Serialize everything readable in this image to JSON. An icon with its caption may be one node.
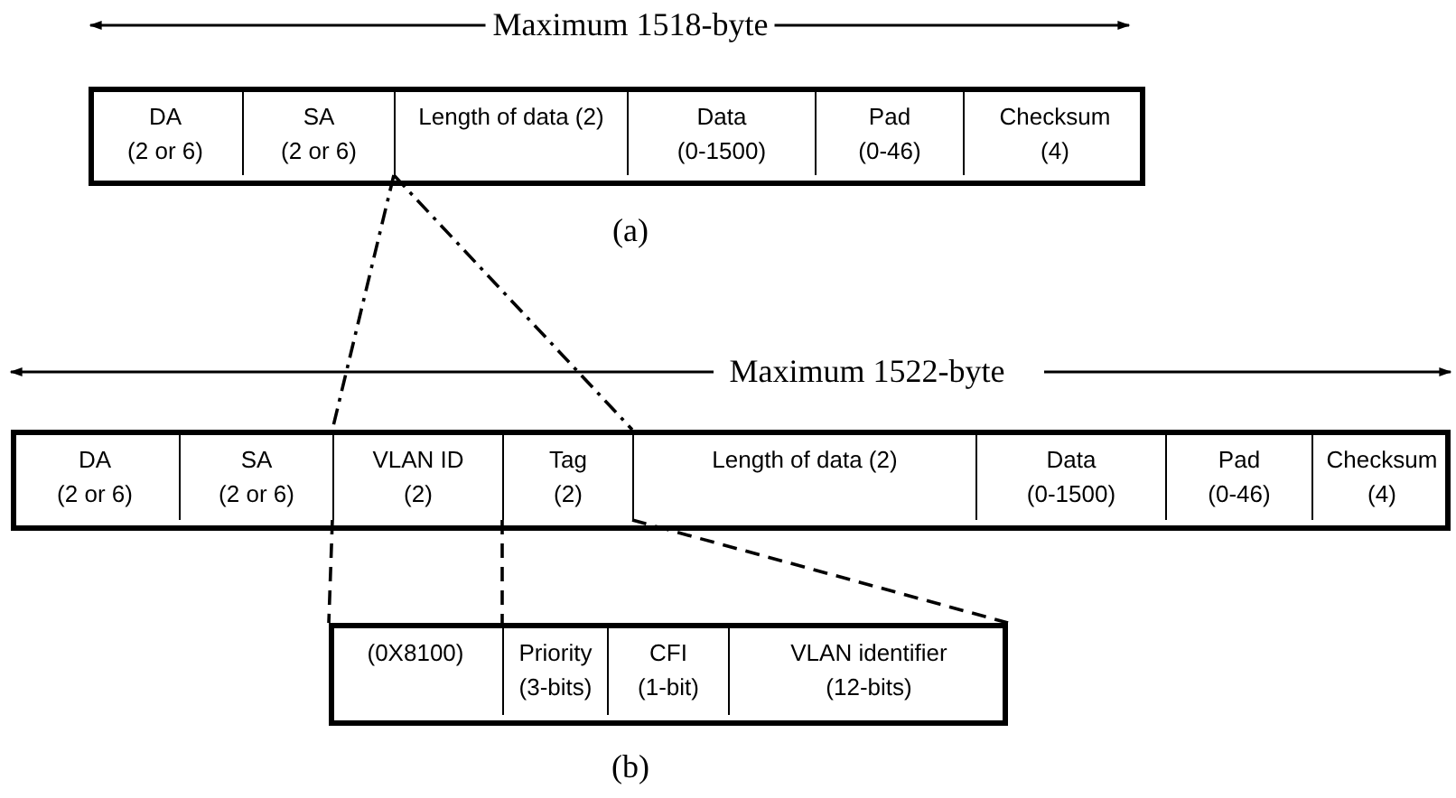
{
  "diagram": {
    "nodes": [
      {
        "text": [],
        "shape": "box"
      },
      {
        "text": [
          "DA",
          "(2 or 6)"
        ],
        "in": 0
      },
      {
        "text": [
          "SA",
          "(2 or 6)"
        ],
        "in": 0
      },
      {
        "text": [
          "Length of data (2)"
        ],
        "in": 0
      },
      {
        "text": [
          "Data",
          "(0-1500)"
        ],
        "in": 0
      },
      {
        "text": [
          "Pad",
          "(0-46)"
        ],
        "in": 0
      },
      {
        "text": [
          "Checksum",
          "(4)"
        ],
        "in": 0
      },
      {
        "text": [],
        "shape": "box"
      },
      {
        "text": [
          "DA",
          "(2 or 6)"
        ],
        "in": 7
      },
      {
        "text": [
          "SA",
          "(2 or 6)"
        ],
        "in": 7
      },
      {
        "text": [
          "VLAN ID",
          "(2)"
        ],
        "in": 7
      },
      {
        "text": [
          "Tag",
          "(2)"
        ],
        "in": 7
      },
      {
        "text": [
          "Length of data (2)"
        ],
        "in": 7
      },
      {
        "text": [
          "Data",
          "(0-1500)"
        ],
        "in": 7
      },
      {
        "text": [
          "Pad",
          "(0-46)"
        ],
        "in": 7
      },
      {
        "text": [
          "Checksum",
          "(4)"
        ],
        "in": 7
      },
      {
        "text": [],
        "shape": "box"
      },
      {
        "text": [
          "(0X8100)"
        ],
        "in": 16
      },
      {
        "text": [
          "Priority",
          "(3-bits)"
        ],
        "in": 16
      },
      {
        "text": [
          "CFI",
          "(1-bit)"
        ],
        "in": 16
      },
      {
        "text": [
          "VLAN identifier",
          "(12-bits)"
        ],
        "in": 16
      }
    ],
    "edges": [
      {
        "from": 2,
        "to": 10,
        "arrow": "none",
        "style": "dashed"
      },
      {
        "from": 2,
        "to": 11,
        "arrow": "none",
        "style": "dashed"
      },
      {
        "from": 10,
        "to": 17,
        "arrow": "none",
        "style": "dashed"
      },
      {
        "from": 11,
        "to": 18,
        "arrow": "none",
        "style": "dashed"
      },
      {
        "from": 11,
        "to": 20,
        "arrow": "none",
        "style": "dashed"
      }
    ],
    "labels": [
      "Maximum 1518-byte",
      "(a)",
      "Maximum 1522-byte",
      "(b)"
    ]
  }
}
